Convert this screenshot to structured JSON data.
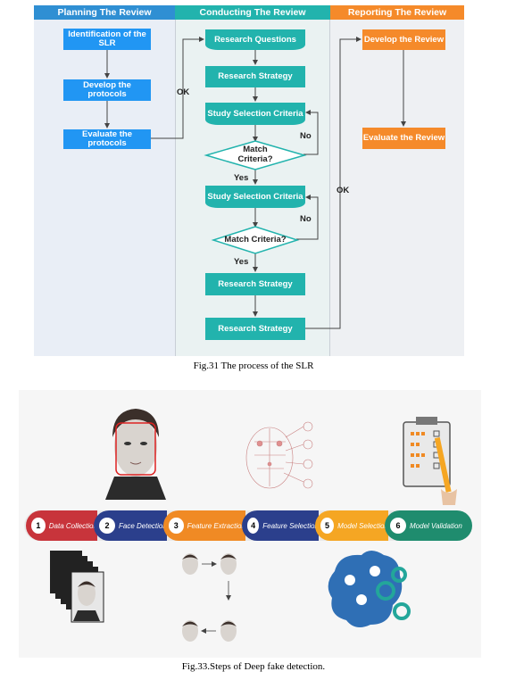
{
  "flowchart": {
    "lanes": [
      {
        "title": "Planning The Review",
        "color": "#2f8fd3"
      },
      {
        "title": "Conducting The Review",
        "color": "#22b3ad"
      },
      {
        "title": "Reporting The Review",
        "color": "#f58a2a"
      }
    ],
    "planning": {
      "identification": "Identification of the SLR",
      "develop": "Develop the protocols",
      "evaluate": "Evaluate the protocols"
    },
    "conducting": {
      "research_questions": "Research Questions",
      "research_strategy_1": "Research Strategy",
      "study_selection_1": "Study Selection Criteria",
      "match_1": "Match Criteria?",
      "study_selection_2": "Study Selection Criteria",
      "match_2": "Match Criteria?",
      "research_strategy_2": "Research Strategy",
      "research_strategy_3": "Research Strategy"
    },
    "reporting": {
      "develop": "Develop the Review",
      "evaluate": "Evaluate the Review"
    },
    "labels": {
      "ok": "OK",
      "no": "No",
      "yes": "Yes"
    }
  },
  "caption_31": "Fig.31 The process of the SLR",
  "pipeline": {
    "steps": [
      {
        "num": "1",
        "label": "Data Collection",
        "color": "#c8343b"
      },
      {
        "num": "2",
        "label": "Face Detection",
        "color": "#2b3f8c"
      },
      {
        "num": "3",
        "label": "Feature Extraction",
        "color": "#f08a24"
      },
      {
        "num": "4",
        "label": "Feature Selection",
        "color": "#2b3f8c"
      },
      {
        "num": "5",
        "label": "Model Selection",
        "color": "#f5a623"
      },
      {
        "num": "6",
        "label": "Model Validation",
        "color": "#1f8c6e"
      }
    ]
  },
  "caption_33": "Fig.33.Steps of Deep fake detection."
}
